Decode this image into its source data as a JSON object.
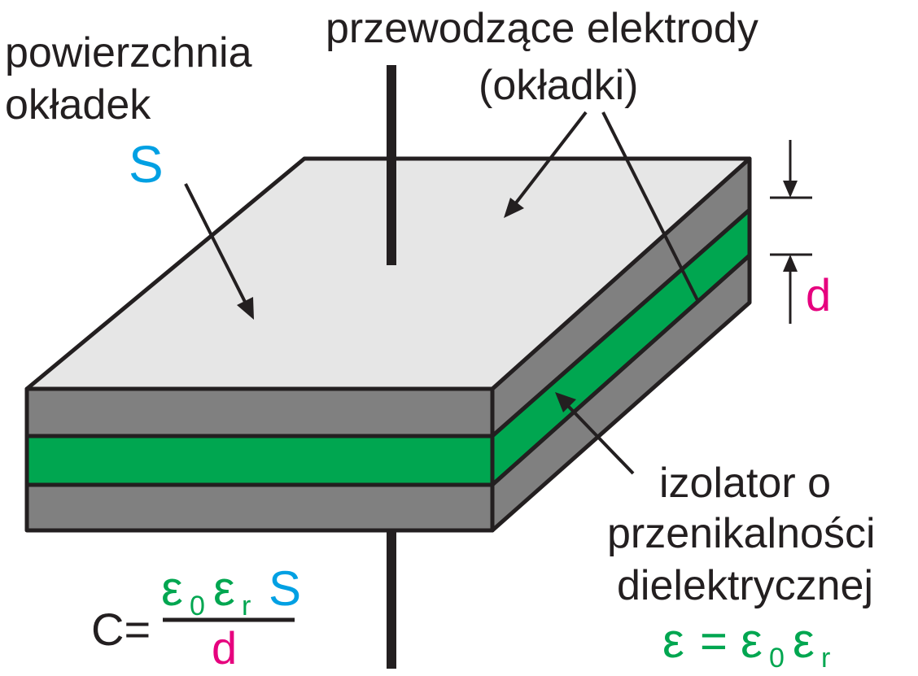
{
  "labels": {
    "surface_line1": "powierzchnia",
    "surface_line2": "okładek",
    "surface_symbol": "S",
    "electrodes_line1": "przewodzące elektrody",
    "electrodes_line2": "(okładki)",
    "distance_symbol": "d",
    "insulator_line1": "izolator o",
    "insulator_line2": "przenikalności",
    "insulator_line3": "dielektrycznej"
  },
  "formula_capacitance": {
    "lhs": "C=",
    "eps": "ε",
    "sub0": "0",
    "subr": "r",
    "surface": "S",
    "distance": "d"
  },
  "formula_permittivity": {
    "eps": "ε",
    "equals": "=",
    "sub0": "0",
    "subr": "r"
  },
  "colors": {
    "plate_top": "#e6e6e6",
    "plate_side": "#808080",
    "dielectric": "#00a650",
    "outline": "#231f20",
    "symbol_S": "#00a0e3",
    "symbol_d": "#e6007e",
    "symbol_eps": "#00a650"
  }
}
